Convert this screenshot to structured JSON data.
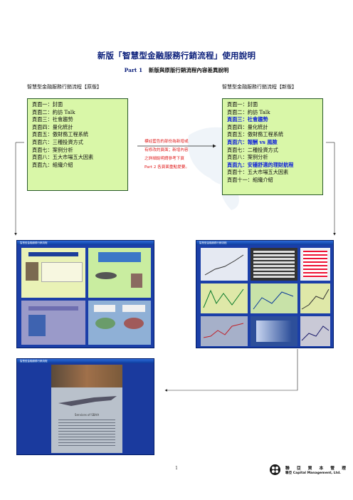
{
  "doc": {
    "title": "新版「智慧型金融服務行銷流程」使用說明",
    "part_label": "Part 1",
    "subtitle": "新版與原版行銷流程內容差異說明",
    "page_number": "1"
  },
  "left_column": {
    "heading": "智慧型金融服務行銷流程【原版】",
    "items": [
      "頁面一：封面",
      "頁面二：約訪 Talk",
      "頁面三：社會趨勢",
      "頁面四：量化統計",
      "頁面五：傲財務工程系統",
      "頁面六：三種投資方式",
      "頁面七：案例分析",
      "頁面八：五大市場五大因素",
      "頁面九：組織介紹"
    ]
  },
  "right_column": {
    "heading": "智慧型金融服務行銷流程【新版】",
    "items": [
      {
        "text": "頁面一：封面",
        "highlight": false
      },
      {
        "text": "頁面二：約訪 Talk",
        "highlight": false
      },
      {
        "text": "頁面三：社會趨勢",
        "highlight": true
      },
      {
        "text": "頁面四：量化統計",
        "highlight": false
      },
      {
        "text": "頁面五：傲財務工程系統",
        "highlight": false
      },
      {
        "text": "頁面六：報酬 vs 風險",
        "highlight": true
      },
      {
        "text": "頁面七：二種投資方式",
        "highlight": false
      },
      {
        "text": "頁面八：案例分析",
        "highlight": false
      },
      {
        "text": "頁面九：安穩舒適的理財航程",
        "highlight": true
      },
      {
        "text": "頁面十：五大市場五大因素",
        "highlight": false
      },
      {
        "text": "頁面十一：組織介紹",
        "highlight": false
      }
    ]
  },
  "note": {
    "lines": [
      "標註藍色的部份為新增或",
      "有修改的頁面；新增內容",
      "之詳細說明請參考下頁",
      "Part 2 各頁面重點提要。"
    ]
  },
  "screenshots": {
    "left_title": "智慧型金融服務行銷流程",
    "right_title": "智慧型金融服務行銷流程",
    "bottom_title": "智慧型金融服務行銷流程",
    "bottom_caption": "Services of SBAA"
  },
  "logo": {
    "name_zh": "聯 亞 資 本 管 理",
    "name_en": "聯亞 Capital Management, Ltd."
  },
  "colors": {
    "box_fill": "#d9f7a8",
    "highlight_blue": "#1024d8",
    "note_red": "#e01a1a",
    "title_blue": "#0a1e7a"
  }
}
